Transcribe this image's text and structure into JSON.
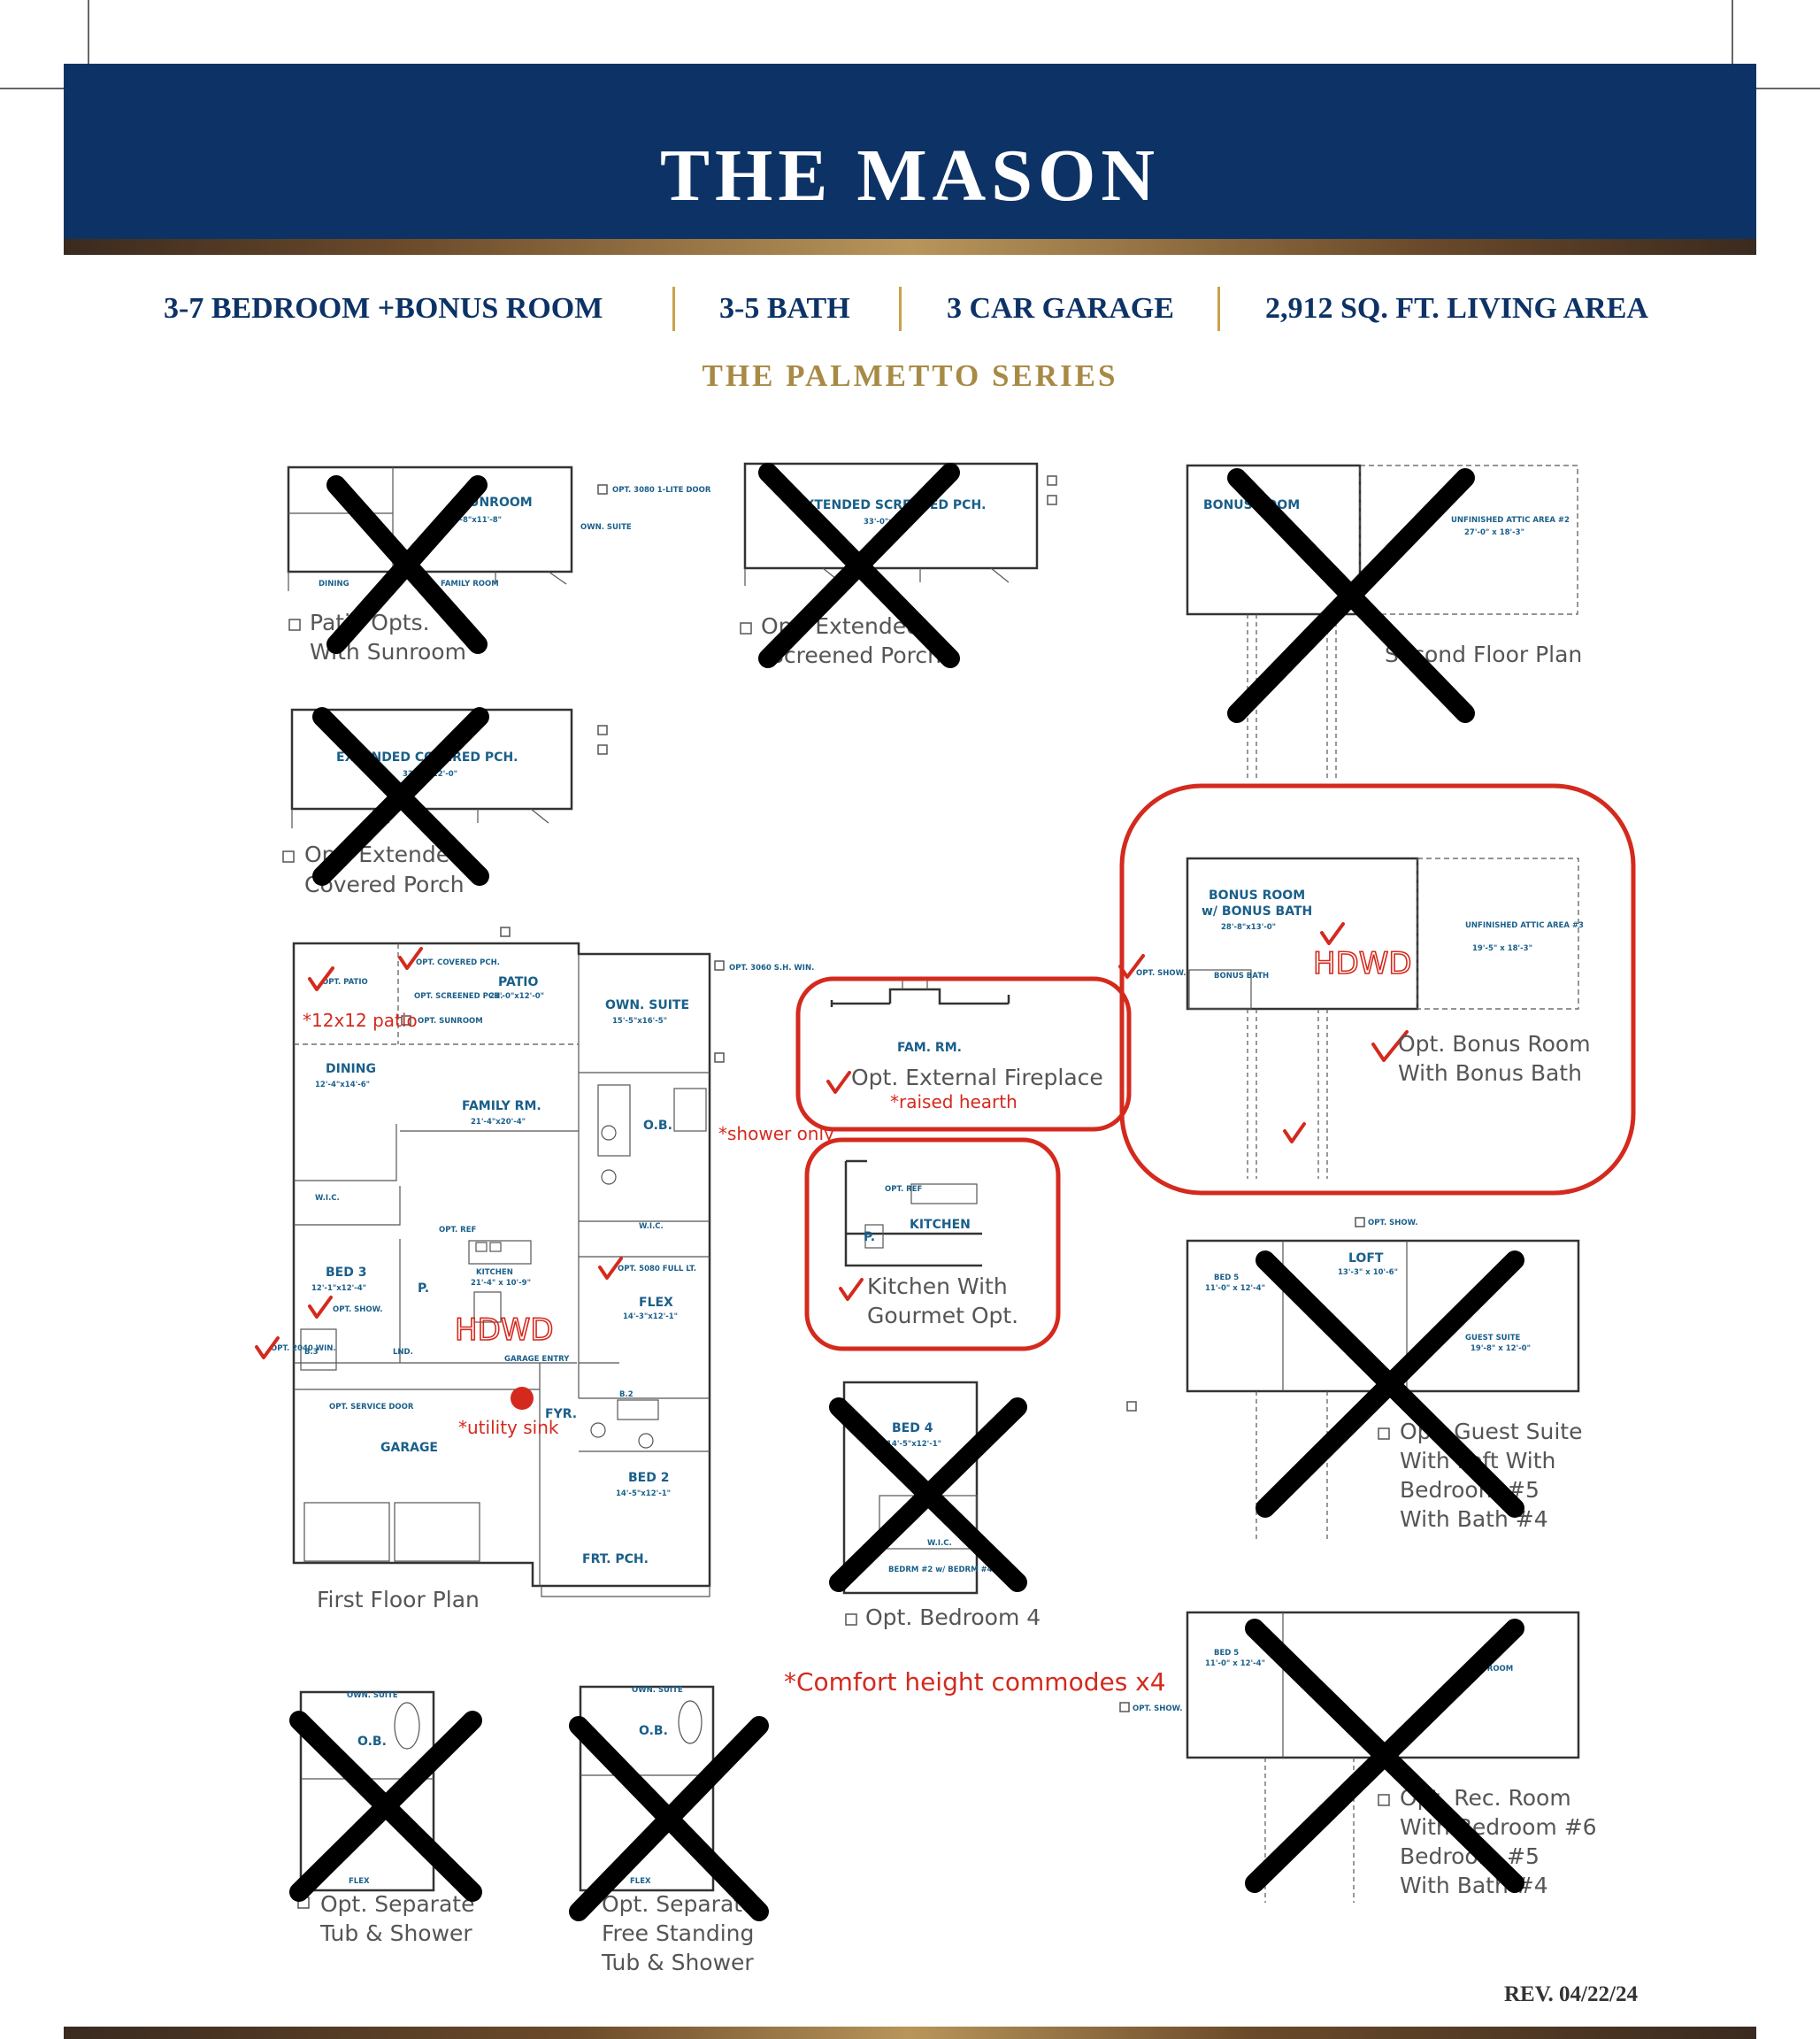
{
  "header": {
    "title": "THE MASON",
    "specs": [
      "3-7 BEDROOM +BONUS ROOM",
      "3-5 BATH",
      "3 CAR GARAGE",
      "2,912 SQ. FT. LIVING AREA"
    ],
    "series": "THE PALMETTO SERIES"
  },
  "options": {
    "patio_sunroom": {
      "line1": "Patio Opts.",
      "line2": "With Sunroom",
      "room": "SUNROOM",
      "dims": "20'-8\"x11'-8\"",
      "note1": "OPT. 3080 1-LITE DOOR",
      "note2": "OWN. SUITE",
      "note3": "DINING",
      "note4": "FAMILY ROOM"
    },
    "ext_screened": {
      "line1": "Opt. Extended",
      "line2": "Screened Porch",
      "room": "EXTENDED SCREENED PCH.",
      "dims": "33'-0\"x12'-0\""
    },
    "second_floor": {
      "caption": "Second Floor Plan",
      "room": "BONUS ROOM",
      "attic": "UNFINISHED ATTIC AREA #2",
      "attic_dims": "27'-0\" x 18'-3\""
    },
    "ext_covered": {
      "line1": "Opt. Extended",
      "line2": "Covered Porch",
      "room": "EXTENDED COVERED PCH.",
      "dims": "33'-0\"x12'-0\""
    },
    "bonus_bath": {
      "line1": "Opt. Bonus Room",
      "line2": "With Bonus Bath",
      "room1": "BONUS ROOM",
      "room2": "w/ BONUS BATH",
      "dims": "28'-8\"x13'-0\"",
      "attic": "UNFINISHED ATTIC AREA #3",
      "attic_dims": "19'-5\" x 18'-3\"",
      "bath": "BONUS BATH",
      "show": "OPT. SHOW.",
      "hdwd": "HDWD"
    },
    "fireplace": {
      "line1": "Opt. External Fireplace",
      "note": "*raised hearth",
      "room": "FAM. RM."
    },
    "kitchen": {
      "line1": "Kitchen With",
      "line2": "Gourmet Opt.",
      "room": "KITCHEN",
      "pantry": "P.",
      "ref": "OPT. REF"
    },
    "bedroom4": {
      "caption": "Opt. Bedroom 4",
      "room": "BED 4",
      "dims": "14'-5\"x12'-1\"",
      "wic": "W.I.C.",
      "note": "BEDRM #2 w/ BEDRM #4 OPT."
    },
    "guest_suite": {
      "line1": "Opt. Guest Suite",
      "line2": "With Loft With",
      "line3": "Bedroom #5",
      "line4": "With Bath #4",
      "loft": "LOFT",
      "loft_dims": "13'-3\" x 10'-6\"",
      "bed5": "BED 5",
      "bed5_dims": "11'-0\" x 12'-4\"",
      "suite": "GUEST SUITE",
      "suite_dims": "19'-8\" x 12'-0\"",
      "show": "OPT. SHOW."
    },
    "rec_room": {
      "line1": "Opt. Rec. Room",
      "line2": "With Bedroom #6",
      "line3": "Bedroom #5",
      "line4": "With Bath #4",
      "bed5": "BED 5",
      "bed5_dims": "11'-0\" x 12'-4\"",
      "room": "REC. ROOM",
      "show": "OPT. SHOW."
    },
    "sep_tub": {
      "line1": "Opt. Separate",
      "line2": "Tub & Shower",
      "suite": "OWN. SUITE",
      "ob": "O.B.",
      "flex": "FLEX"
    },
    "freestanding": {
      "line1": "Opt. Separate",
      "line2": "Free Standing",
      "line3": "Tub & Shower",
      "suite": "OWN. SUITE",
      "ob": "O.B.",
      "flex": "FLEX"
    }
  },
  "first_floor": {
    "caption": "First Floor Plan",
    "rooms": {
      "patio": "PATIO",
      "patio_dims": "21'-0\"x12'-0\"",
      "dining": "DINING",
      "dining_dims": "12'-4\"x14'-6\"",
      "family": "FAMILY RM.",
      "family_dims": "21'-4\"x20'-4\"",
      "own_suite": "OWN. SUITE",
      "own_suite_dims": "15'-5\"x16'-5\"",
      "ob": "O.B.",
      "wic": "W.I.C.",
      "wic2": "W.I.C.",
      "bed3": "BED 3",
      "bed3_dims": "12'-1\"x12'-4\"",
      "kitchen": "KITCHEN",
      "kitchen_dims": "21'-4\" x 10'-9\"",
      "flex": "FLEX",
      "flex_dims": "14'-3\"x12'-1\"",
      "garage": "GARAGE",
      "fyr": "FYR.",
      "bed2": "BED 2",
      "bed2_dims": "14'-5\"x12'-1\"",
      "b2": "B.2",
      "b3": "B.3",
      "frt_pch": "FRT. PCH.",
      "pantry": "P.",
      "lnd": "LND.",
      "garage_entry": "GARAGE ENTRY",
      "service_door": "OPT. SERVICE DOOR",
      "opt_patio": "OPT. PATIO",
      "opt_covered": "OPT. COVERED PCH.",
      "opt_screened": "OPT. SCREENED PCH.",
      "opt_sunroom": "OPT. SUNROOM",
      "opt_show": "OPT. SHOW.",
      "opt_full": "OPT. 5080 FULL LT.",
      "opt_win": "OPT. 2040 WIN.",
      "opt_3060": "OPT. 3060 S.H. WIN.",
      "opt_ref": "OPT. REF"
    },
    "notes": {
      "patio": "*12x12 patio",
      "shower": "*shower only",
      "sink": "*utility sink",
      "hdwd": "HDWD"
    }
  },
  "comfort_note": "*Comfort height commodes x4",
  "revision": "REV. 04/22/24",
  "colors": {
    "navy": "#0d3366",
    "gold": "#a88a45",
    "red": "#d42a1e",
    "blueprint": "#1a5f8a"
  }
}
